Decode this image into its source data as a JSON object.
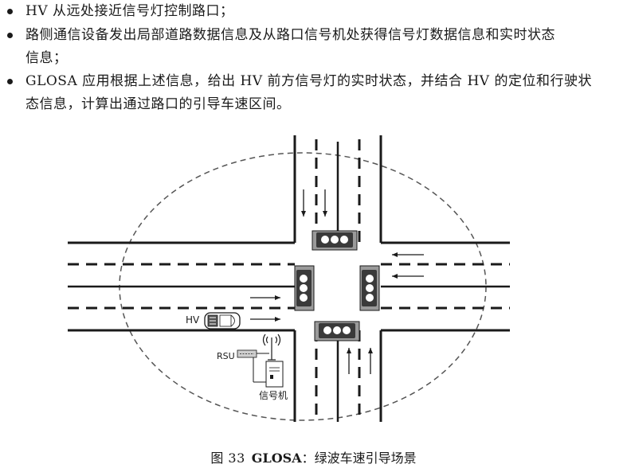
{
  "bullets": [
    {
      "lines": [
        "HV 从远处接近信号灯控制路口；"
      ]
    },
    {
      "lines": [
        "路侧通信设备发出局部道路数据信息及从路口信号机处获得信号灯数据信息和实时状态",
        "信息；"
      ]
    },
    {
      "lines": [
        "GLOSA 应用根据上述信息，给出 HV 前方信号灯的实时状态，并结合 HV 的定位和行驶状",
        "态信息，计算出通过路口的引导车速区间。"
      ]
    }
  ],
  "figure": {
    "vehicle_label": "HV",
    "rsu_label": "RSU",
    "signal_controller_label": "信号机"
  },
  "caption": {
    "number": "图 33",
    "term": "GLOSA",
    "separator": "：",
    "text": "绿波车速引导场景"
  },
  "colors": {
    "ink": "#1a1a1a",
    "light_housing": "#3a3a3a",
    "light_lamp": "#ffffff",
    "light_base": "#9a9a9a"
  }
}
